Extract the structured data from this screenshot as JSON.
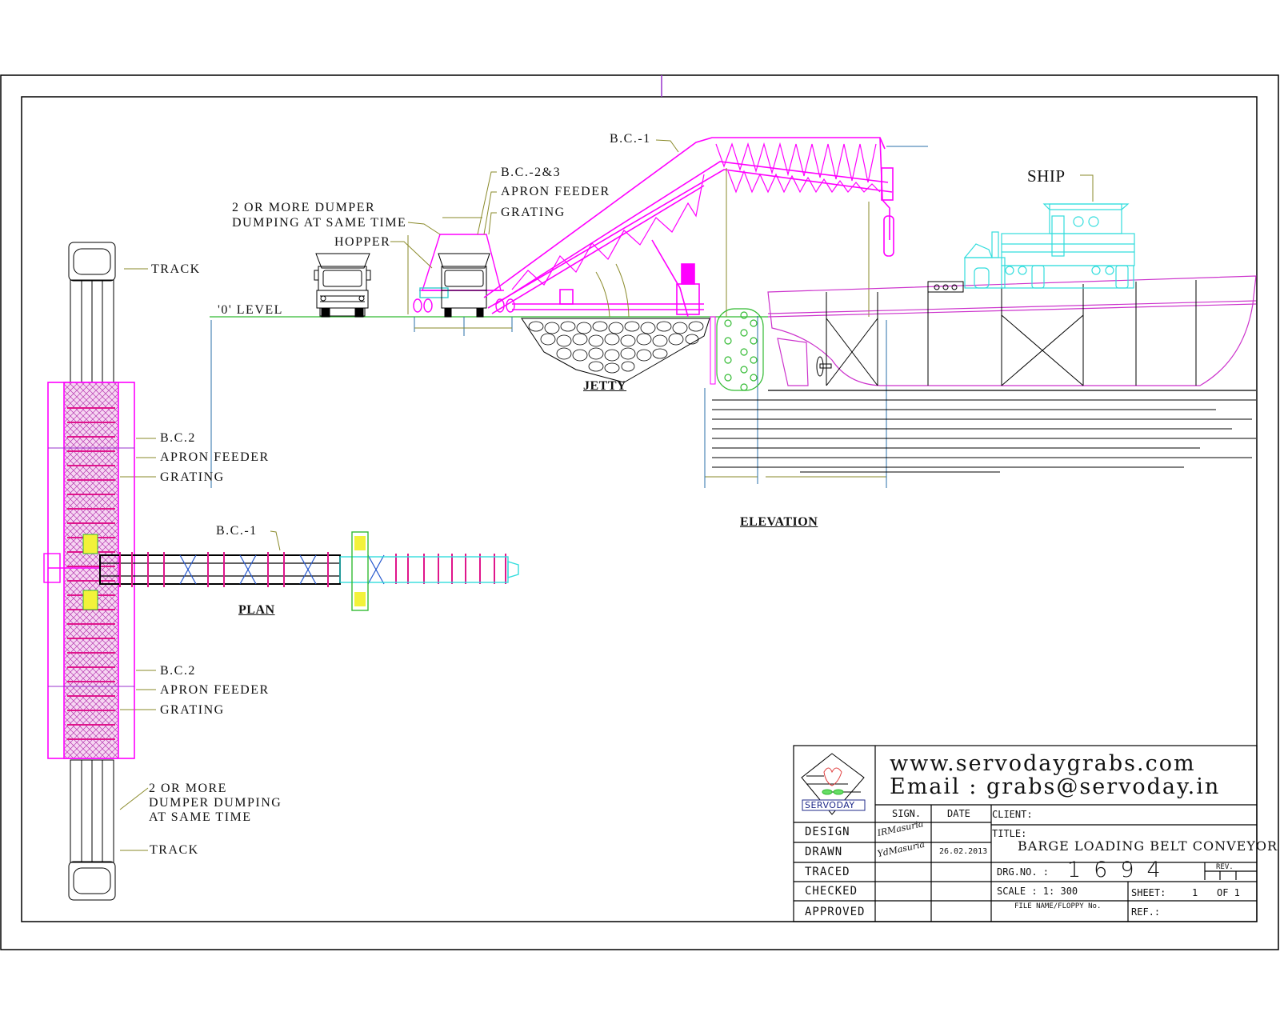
{
  "drawing": {
    "title": "BARGE LOADING BELT CONVEYOR",
    "views": {
      "elevation_label": "ELEVATION",
      "plan_label": "PLAN",
      "jetty_label": "JETTY"
    }
  },
  "elevation": {
    "labels": {
      "bc1": "B.C.-1",
      "bc23": "B.C.-2&3",
      "apron_feeder": "APRON FEEDER",
      "grating": "GRATING",
      "dumper_line1": "2 OR MORE DUMPER",
      "dumper_line2": "DUMPING AT SAME TIME",
      "hopper": "HOPPER",
      "zero_level": "'0' LEVEL",
      "ship": "SHIP"
    }
  },
  "plan": {
    "labels": {
      "track_top": "TRACK",
      "bc2_top": "B.C.2",
      "apron_feeder_top": "APRON FEEDER",
      "grating_top": "GRATING",
      "bc1": "B.C.-1",
      "bc2_bottom": "B.C.2",
      "apron_feeder_bottom": "APRON FEEDER",
      "grating_bottom": "GRATING",
      "dumper_line1": "2 OR MORE",
      "dumper_line2": "DUMPER DUMPING",
      "dumper_line3": "AT SAME TIME",
      "track_bottom": "TRACK"
    }
  },
  "title_block": {
    "logo_text": "SERVODAY",
    "website": "www.servodaygrabs.com",
    "email": "Email  :  grabs@servoday.in",
    "columns": {
      "sign": "SIGN.",
      "date": "DATE"
    },
    "rows": [
      {
        "label": "DESIGN",
        "sign": "IRMasuria",
        "date": ""
      },
      {
        "label": "DRAWN",
        "sign": "YdMasuria",
        "date": "26.02.2013"
      },
      {
        "label": "TRACED",
        "sign": "",
        "date": ""
      },
      {
        "label": "CHECKED",
        "sign": "",
        "date": ""
      },
      {
        "label": "APPROVED",
        "sign": "",
        "date": ""
      }
    ],
    "client_label": "CLIENT:",
    "client_value": "",
    "title_label": "TITLE:",
    "title_value": "BARGE  LOADING  BELT  CONVEYOR",
    "drg_no_label": "DRG.NO. :",
    "drg_no_value": "1694",
    "rev_label": "REV.",
    "scale_label": "SCALE : 1: 300",
    "sheet_label": "SHEET:",
    "sheet_value": "1",
    "sheet_of": "OF 1",
    "file_label": "FILE  NAME/FLOPPY No.",
    "ref_label": "REF.:"
  },
  "colors": {
    "structure": "#ff00ff",
    "ship_cabin": "#33dddd",
    "ground_level": "#33bb33",
    "dimension": "#8a8a2a",
    "dimension_blue": "#2a6fa8",
    "ink": "#000000"
  }
}
